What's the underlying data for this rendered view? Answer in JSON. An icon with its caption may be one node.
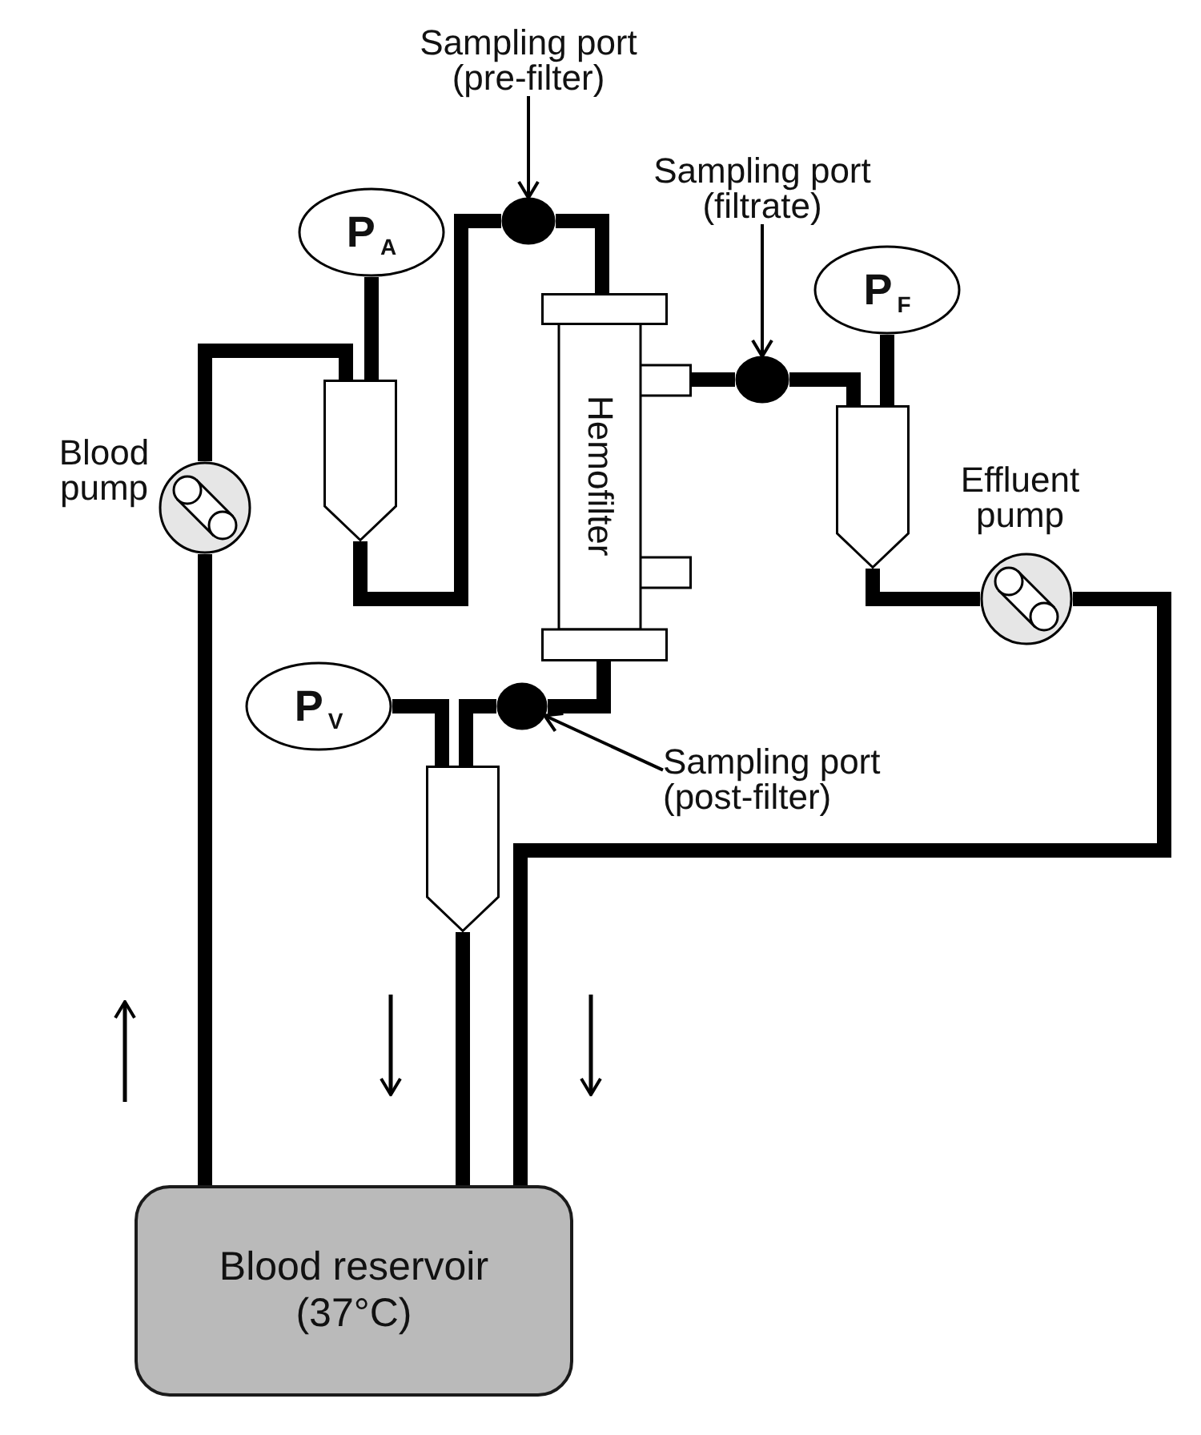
{
  "diagram": {
    "nodes": [
      {
        "text": [
          "Sampling port (pre-filter)"
        ]
      },
      {
        "text": [
          "Sampling port (filtrate)"
        ]
      },
      {
        "text": [
          "P$_{A}$"
        ]
      },
      {
        "text": [],
        "shape": "circle"
      },
      {
        "text": [
          "P$_{F}$"
        ]
      },
      {
        "text": [
          "Hemofilter"
        ]
      },
      {
        "text": [],
        "shape": "circle"
      },
      {
        "text": [],
        "shape": "box"
      },
      {
        "text": [],
        "shape": "box"
      },
      {
        "text": [],
        "shape": "circle",
        "beside": [
          "Blood pump"
        ]
      },
      {
        "text": [],
        "shape": "circle",
        "beside": [
          "Effluent pump"
        ]
      },
      {
        "text": [
          "P$_{V}$"
        ]
      },
      {
        "text": [],
        "shape": "circle"
      },
      {
        "text": [
          "Sampling port (post-filter)"
        ]
      },
      {
        "text": [],
        "shape": "box"
      },
      {
        "text": [
          "Blood reservoir (37°C)"
        ]
      }
    ],
    "edges": [
      {
        "from": 15,
        "to": 9,
        "arrow": "none"
      },
      {
        "from": 9,
        "to": 7,
        "arrow": "none"
      },
      {
        "from": 2,
        "to": 7,
        "arrow": "none"
      },
      {
        "from": 7,
        "to": 3,
        "arrow": "none"
      },
      {
        "from": 3,
        "to": 5,
        "arrow": "none"
      },
      {
        "from": 5,
        "to": 6,
        "arrow": "none"
      },
      {
        "from": 6,
        "to": 8,
        "arrow": "none"
      },
      {
        "from": 4,
        "to": 8,
        "arrow": "none"
      },
      {
        "from": 8,
        "to": 10,
        "arrow": "none"
      },
      {
        "from": 10,
        "to": 15,
        "arrow": "none"
      },
      {
        "from": 5,
        "to": 12,
        "arrow": "none"
      },
      {
        "from": 12,
        "to": 14,
        "arrow": "none"
      },
      {
        "from": 11,
        "to": 14,
        "arrow": "none"
      },
      {
        "from": 14,
        "to": 15,
        "arrow": "none"
      },
      {
        "from": 0,
        "to": 3,
        "arrow": "to"
      },
      {
        "from": 1,
        "to": 6,
        "arrow": "to"
      },
      {
        "from": 13,
        "to": 12,
        "arrow": "to"
      }
    ]
  }
}
